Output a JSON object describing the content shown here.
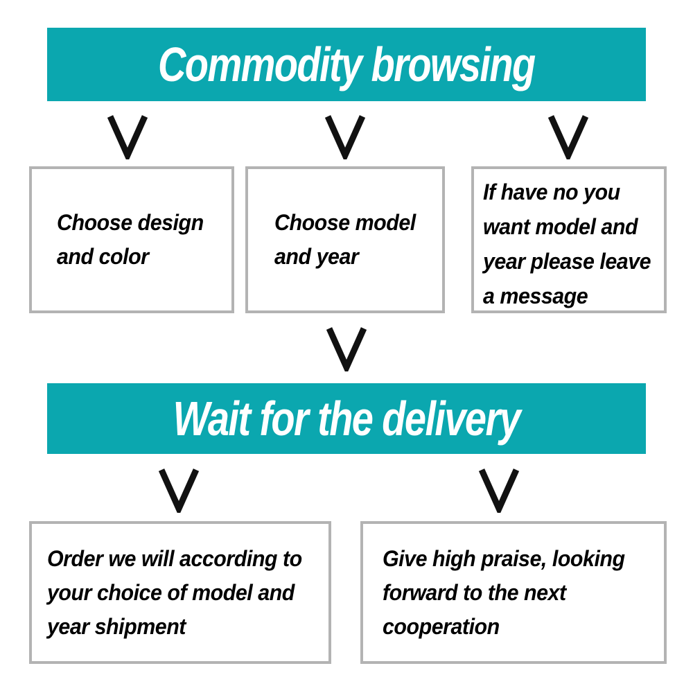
{
  "colors": {
    "banner_bg": "#0ba7af",
    "banner_text": "#ffffff",
    "box_border": "#b3b3b3",
    "box_text": "#000000",
    "arrow": "#111111"
  },
  "banners": {
    "top": {
      "label": "Commodity browsing"
    },
    "middle": {
      "label": "Wait for the delivery"
    }
  },
  "steps": {
    "row1": [
      {
        "text": "Choose design\nand color"
      },
      {
        "text": "Choose model\nand year"
      },
      {
        "text": "If have no you\nwant model and\nyear please leave\na message"
      }
    ],
    "row2": [
      {
        "text": "Order we will according to\nyour choice of model and\nyear shipment"
      },
      {
        "text": "Give high praise, looking\nforward to the next\ncooperation"
      }
    ]
  }
}
